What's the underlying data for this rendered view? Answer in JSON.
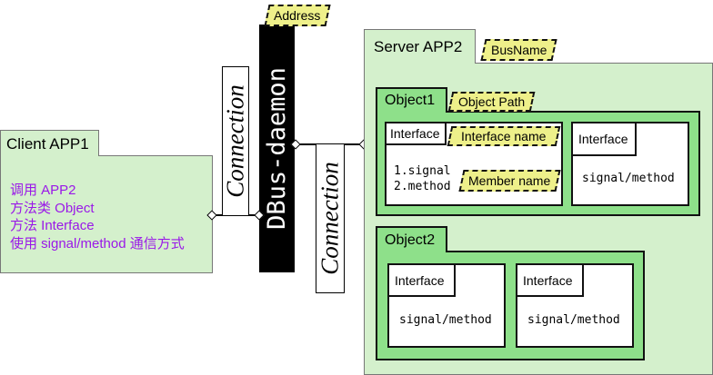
{
  "client": {
    "title": "Client APP1",
    "lines": [
      "调用 APP2",
      "方法类 Object",
      "方法 Interface",
      "使用 signal/method 通信方式"
    ]
  },
  "connection_left": "Connection",
  "connection_right": "Connection",
  "daemon": {
    "label": "DBus-daemon",
    "address": "Address"
  },
  "server": {
    "title": "Server APP2",
    "bus_name": "BusName",
    "object1": {
      "title": "Object1",
      "object_path": "Object Path",
      "interface_a": {
        "title": "Interface",
        "name_tag": "Interface name",
        "members": [
          "1.signal",
          "2.method"
        ],
        "member_tag": "Member name"
      },
      "interface_b": {
        "title": "Interface",
        "content": "signal/method"
      }
    },
    "object2": {
      "title": "Object2",
      "interface_a": {
        "title": "Interface",
        "content": "signal/method"
      },
      "interface_b": {
        "title": "Interface",
        "content": "signal/method"
      }
    }
  },
  "colors": {
    "panel_green": "#d4f0cc",
    "object_green": "#8ee08a",
    "tag_yellow": "#eef08a",
    "text_purple": "#9a18e8",
    "daemon_black": "#000000"
  }
}
